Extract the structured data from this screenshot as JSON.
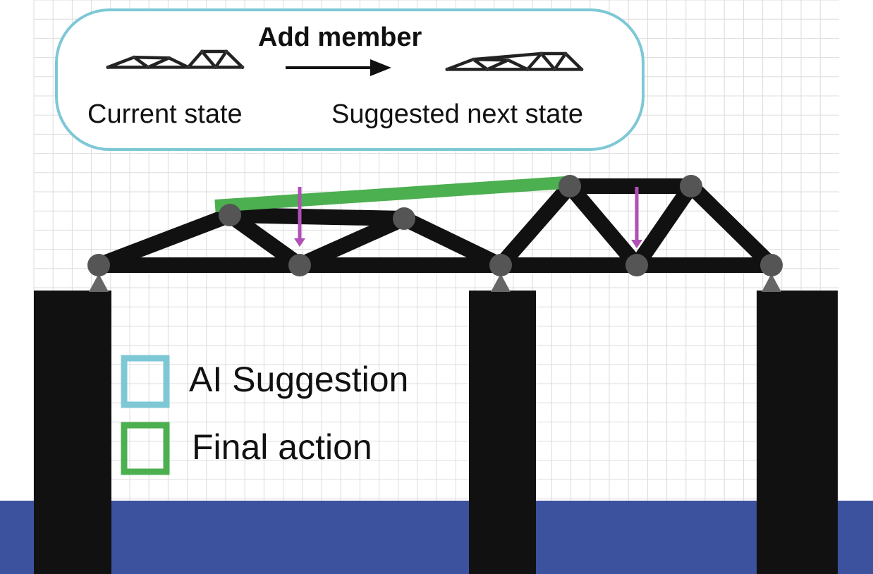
{
  "suggestion_bubble": {
    "action_label": "Add member",
    "current_caption": "Current state",
    "next_caption": "Suggested next state"
  },
  "legend": {
    "items": [
      {
        "label": "AI Suggestion",
        "color": "#7ec8d6"
      },
      {
        "label": "Final action",
        "color": "#4caf50"
      }
    ]
  },
  "colors": {
    "grid": "#dddddd",
    "member": "#111111",
    "joint": "#555555",
    "support": "#111111",
    "water": "#3d529f",
    "load_arrow": "#b04fb5",
    "suggestion_outline": "#7ec8d6",
    "final_member": "#4caf50"
  }
}
